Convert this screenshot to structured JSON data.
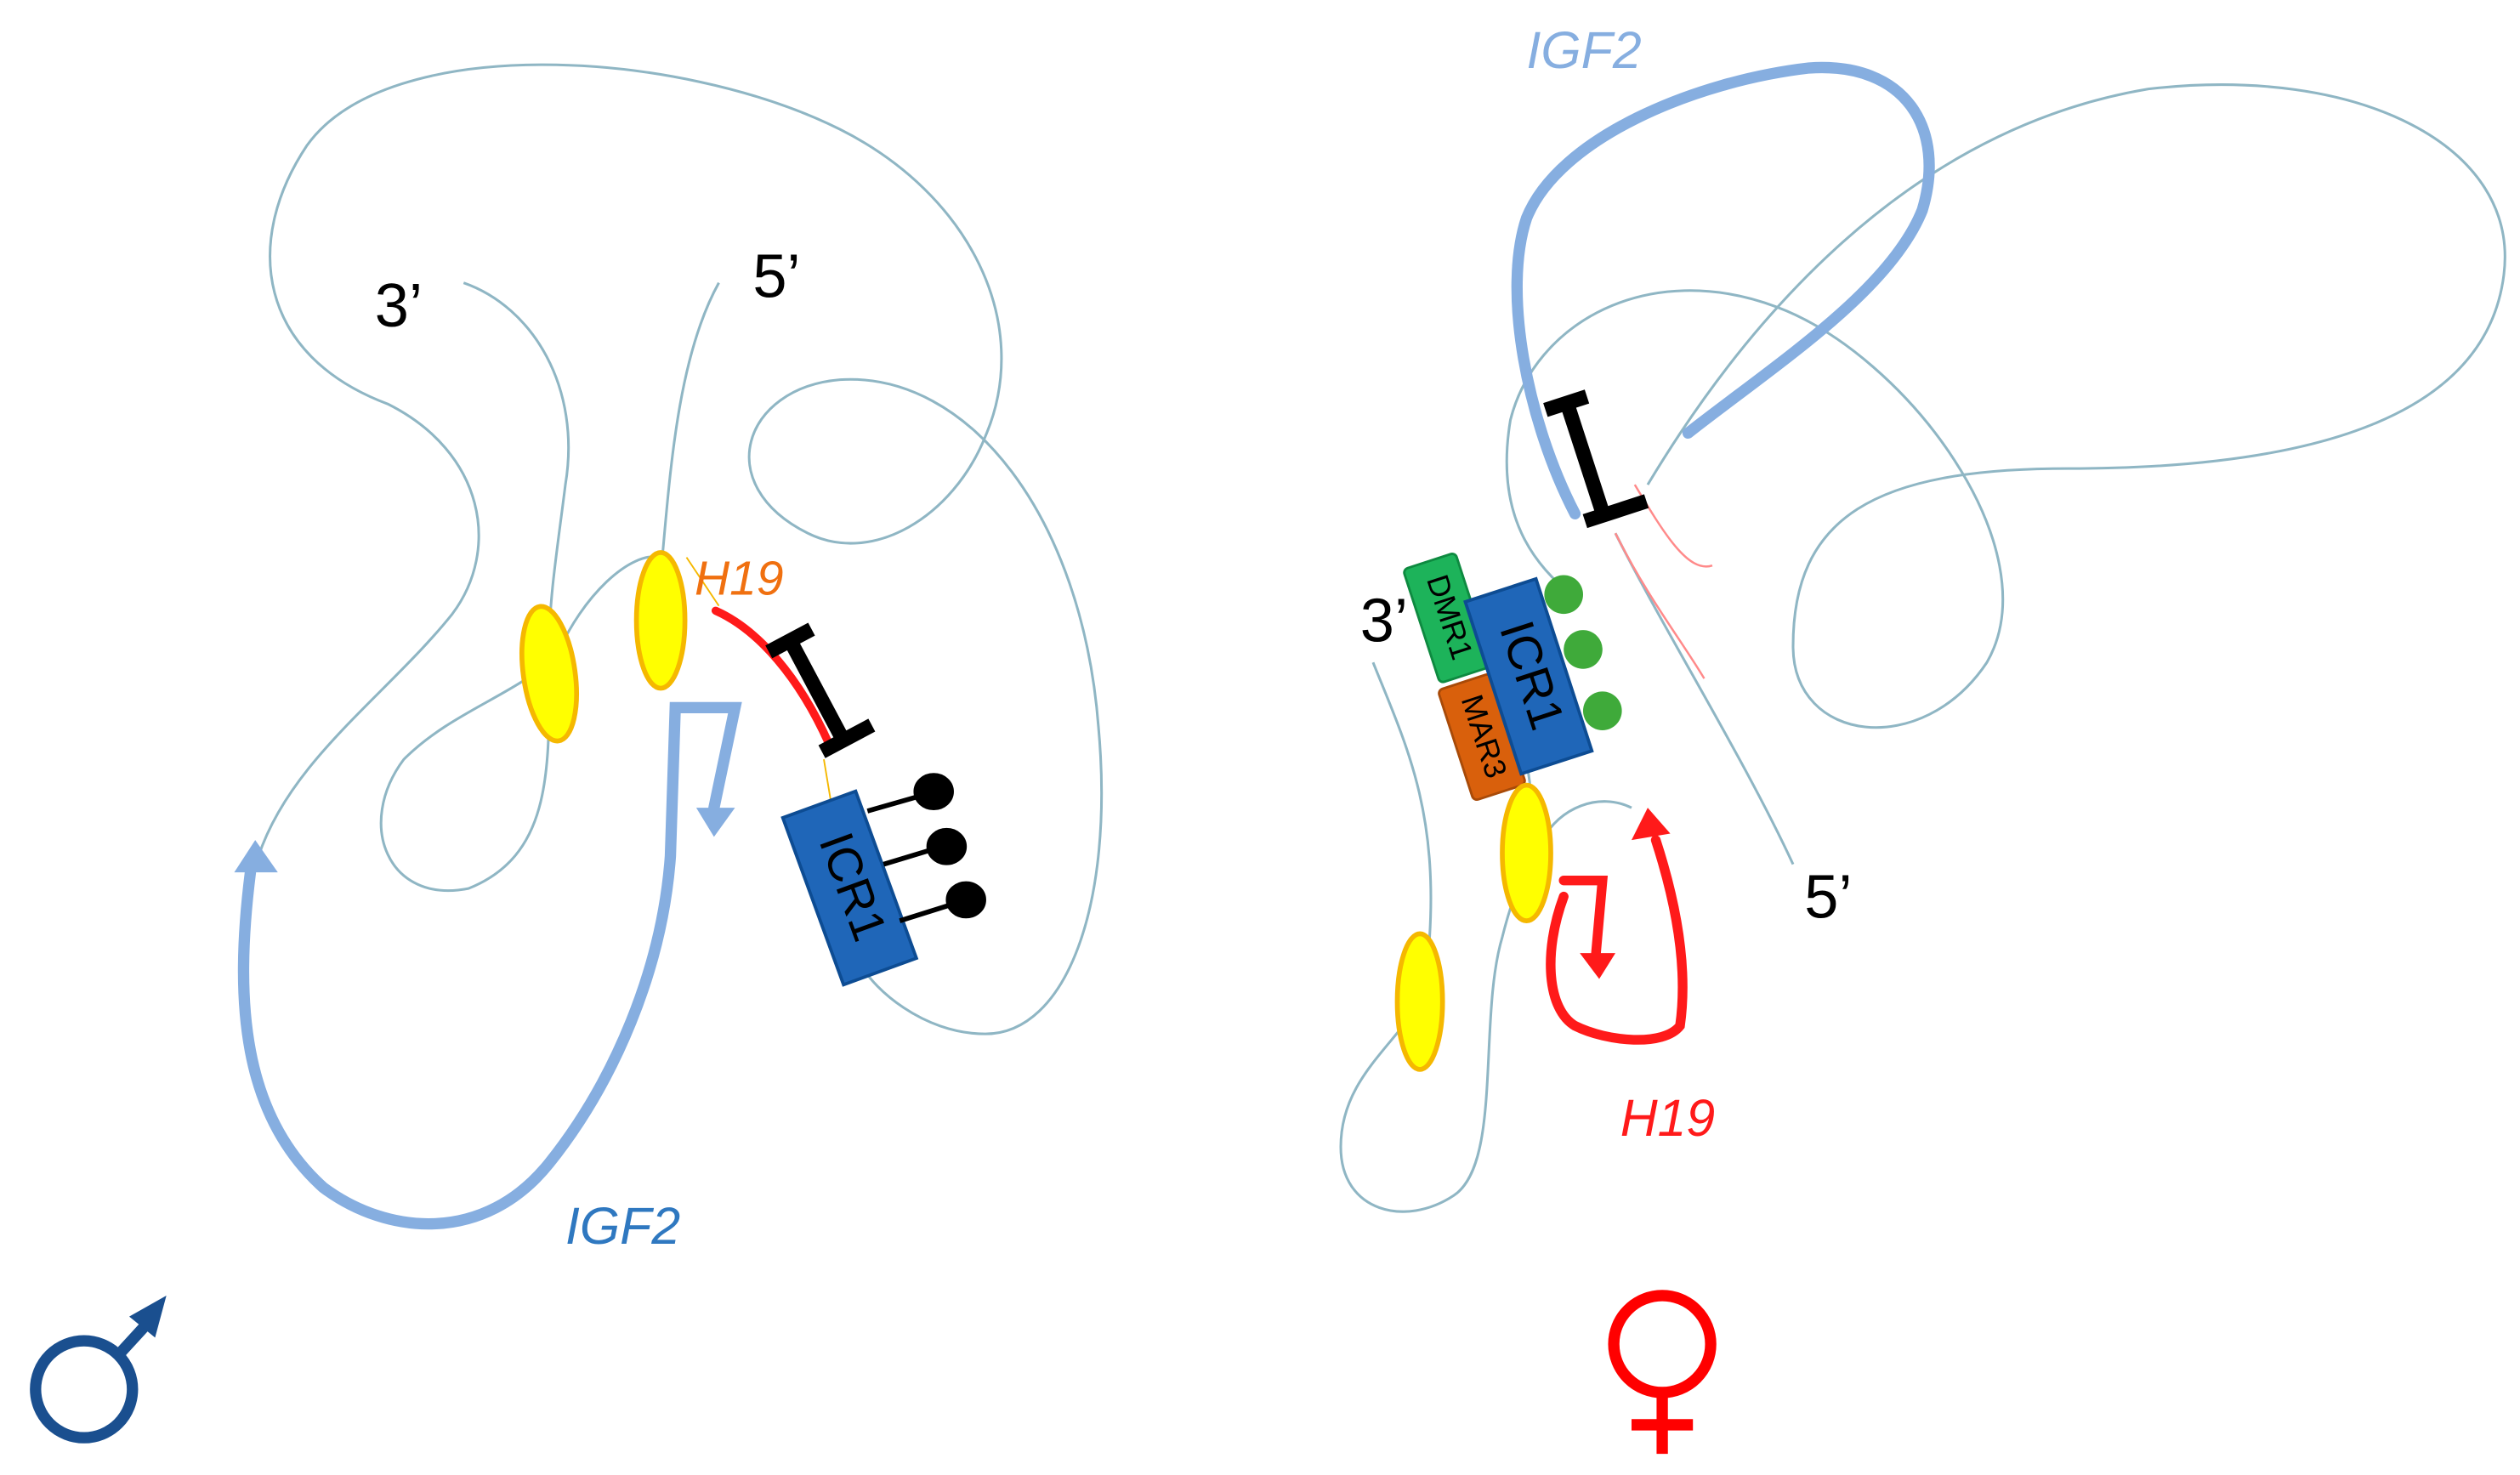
{
  "male_panel": {
    "end3_label": "3’",
    "end5_label": "5’",
    "h19_label": "H19",
    "igf2_label": "IGF2",
    "icr1_label": "ICR1",
    "symbol": "male-symbol"
  },
  "female_panel": {
    "end3_label": "3’",
    "end5_label": "5’",
    "h19_label": "H19",
    "igf2_label": "IGF2",
    "icr1_label": "ICR1",
    "dmr1_label": "DMR1",
    "mar3_label": "MAR3",
    "symbol": "female-symbol"
  },
  "colors": {
    "chromatin": "#8fb6c4",
    "igf2": "#86aee0",
    "h19": "#ff1a1a",
    "icr1": "#1f66b8",
    "dmr1": "#1db35a",
    "mar3": "#d9600c",
    "enhancer": "#ffff00",
    "male": "#1a4f8f",
    "female": "#ff0000"
  }
}
